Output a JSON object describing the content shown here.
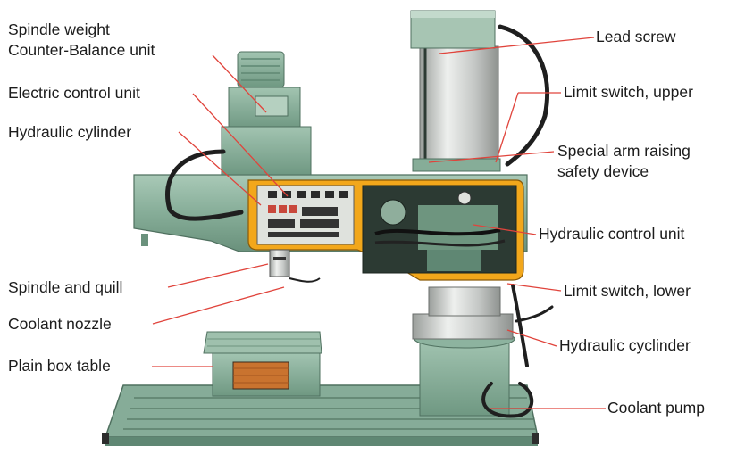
{
  "figure": {
    "background": "#ffffff",
    "colors": {
      "machine_green": "#7fa691",
      "machine_green_dark": "#5f8773",
      "machine_green_light": "#9fc2ae",
      "column_gray": "#c9ccca",
      "guard_orange": "#f2a71b",
      "panel_light": "#e4e6e2",
      "dark_interior": "#2c3a33",
      "leader_line": "#e0443c",
      "label_text": "#1c1c1c"
    }
  },
  "labels": {
    "spindle_weight_line1": "Spindle weight",
    "spindle_weight_line2": "Counter-Balance unit",
    "electric_control": "Electric control unit",
    "hydraulic_cylinder_upper": "Hydraulic cylinder",
    "spindle_quill": "Spindle and quill",
    "coolant_nozzle": "Coolant nozzle",
    "plain_box_table": "Plain box table",
    "lead_screw": "Lead screw",
    "limit_switch_upper": "Limit switch, upper",
    "arm_safety_line1": "Special arm raising",
    "arm_safety_line2": "safety device",
    "hydraulic_control": "Hydraulic control unit",
    "limit_switch_lower": "Limit switch, lower",
    "hydraulic_cyclinder_lower": "Hydraulic cyclinder",
    "coolant_pump": "Coolant pump"
  }
}
